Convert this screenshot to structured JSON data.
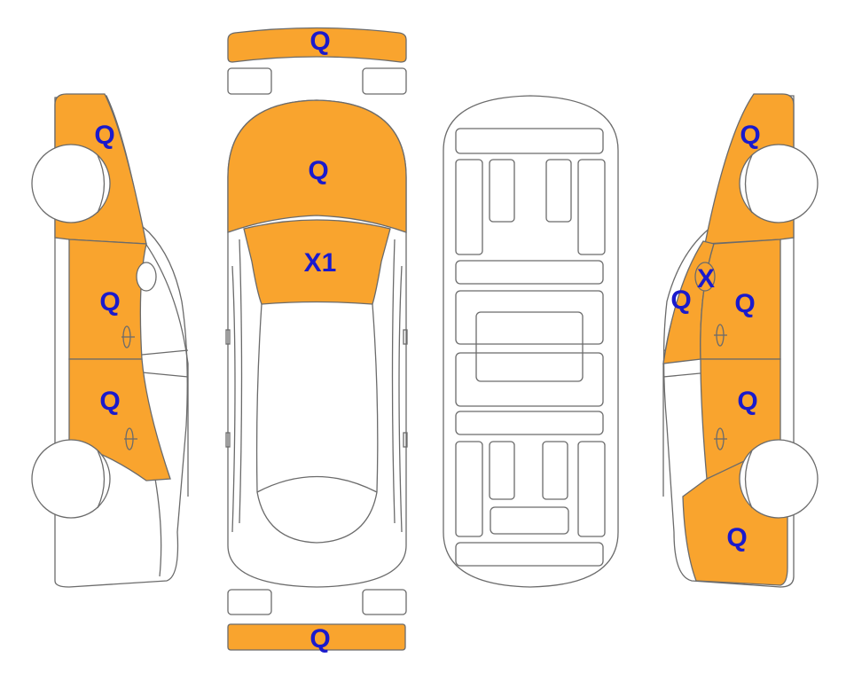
{
  "colors": {
    "damaged": "#f9a42e",
    "outline": "#6b6b6b",
    "label": "#1a1acc",
    "background": "#ffffff"
  },
  "labels": {
    "front_bumper": "Q",
    "hood": "Q",
    "windshield": "X1",
    "rear_bumper": "Q",
    "left_front_fender": "Q",
    "left_front_door": "Q",
    "left_rear_door": "Q",
    "right_front_fender": "Q",
    "right_front_door": "Q",
    "right_rear_door": "Q",
    "right_rear_quarter": "Q",
    "right_mirror": "X",
    "right_a_pillar": "Q"
  }
}
